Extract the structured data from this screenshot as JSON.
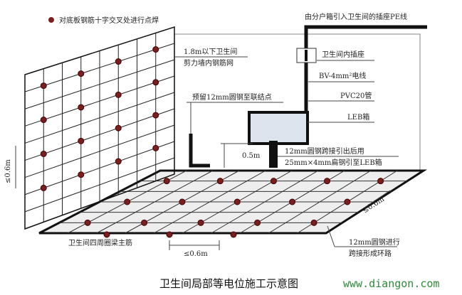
{
  "legend": {
    "text": "对底板钢筋十字交叉处进行点焊",
    "dot_color": "#7a1f1f"
  },
  "labels": {
    "pe_line": "由分户箱引入卫生间的插座PE线",
    "wall_mesh_1": "1.8m以下卫生间",
    "wall_mesh_2": "剪力墙内钢筋网",
    "socket": "卫生间内插座",
    "wire": "BV-4mm²电线",
    "pipe": "PVC20管",
    "reserved": "预留12mm圆钢至联结点",
    "leb": "LEB箱",
    "height": "0.5m",
    "flat_steel_1": "12mm圆钢跨接引出后用",
    "flat_steel_2": "25mm×4mm扁钢引至LEB箱",
    "left_spacing": "≤0.6m",
    "right_spacing": "≤0.6m",
    "bottom_spacing": "≤0.6m",
    "ring_beam": "卫生间四周圈梁主筋",
    "loop_1": "12mm圆钢进行",
    "loop_2": "跨接形成环路"
  },
  "caption": "卫生间局部等电位施工示意图",
  "watermark": {
    "text": "www.diangon.com",
    "color": "#2e8b3a"
  }
}
